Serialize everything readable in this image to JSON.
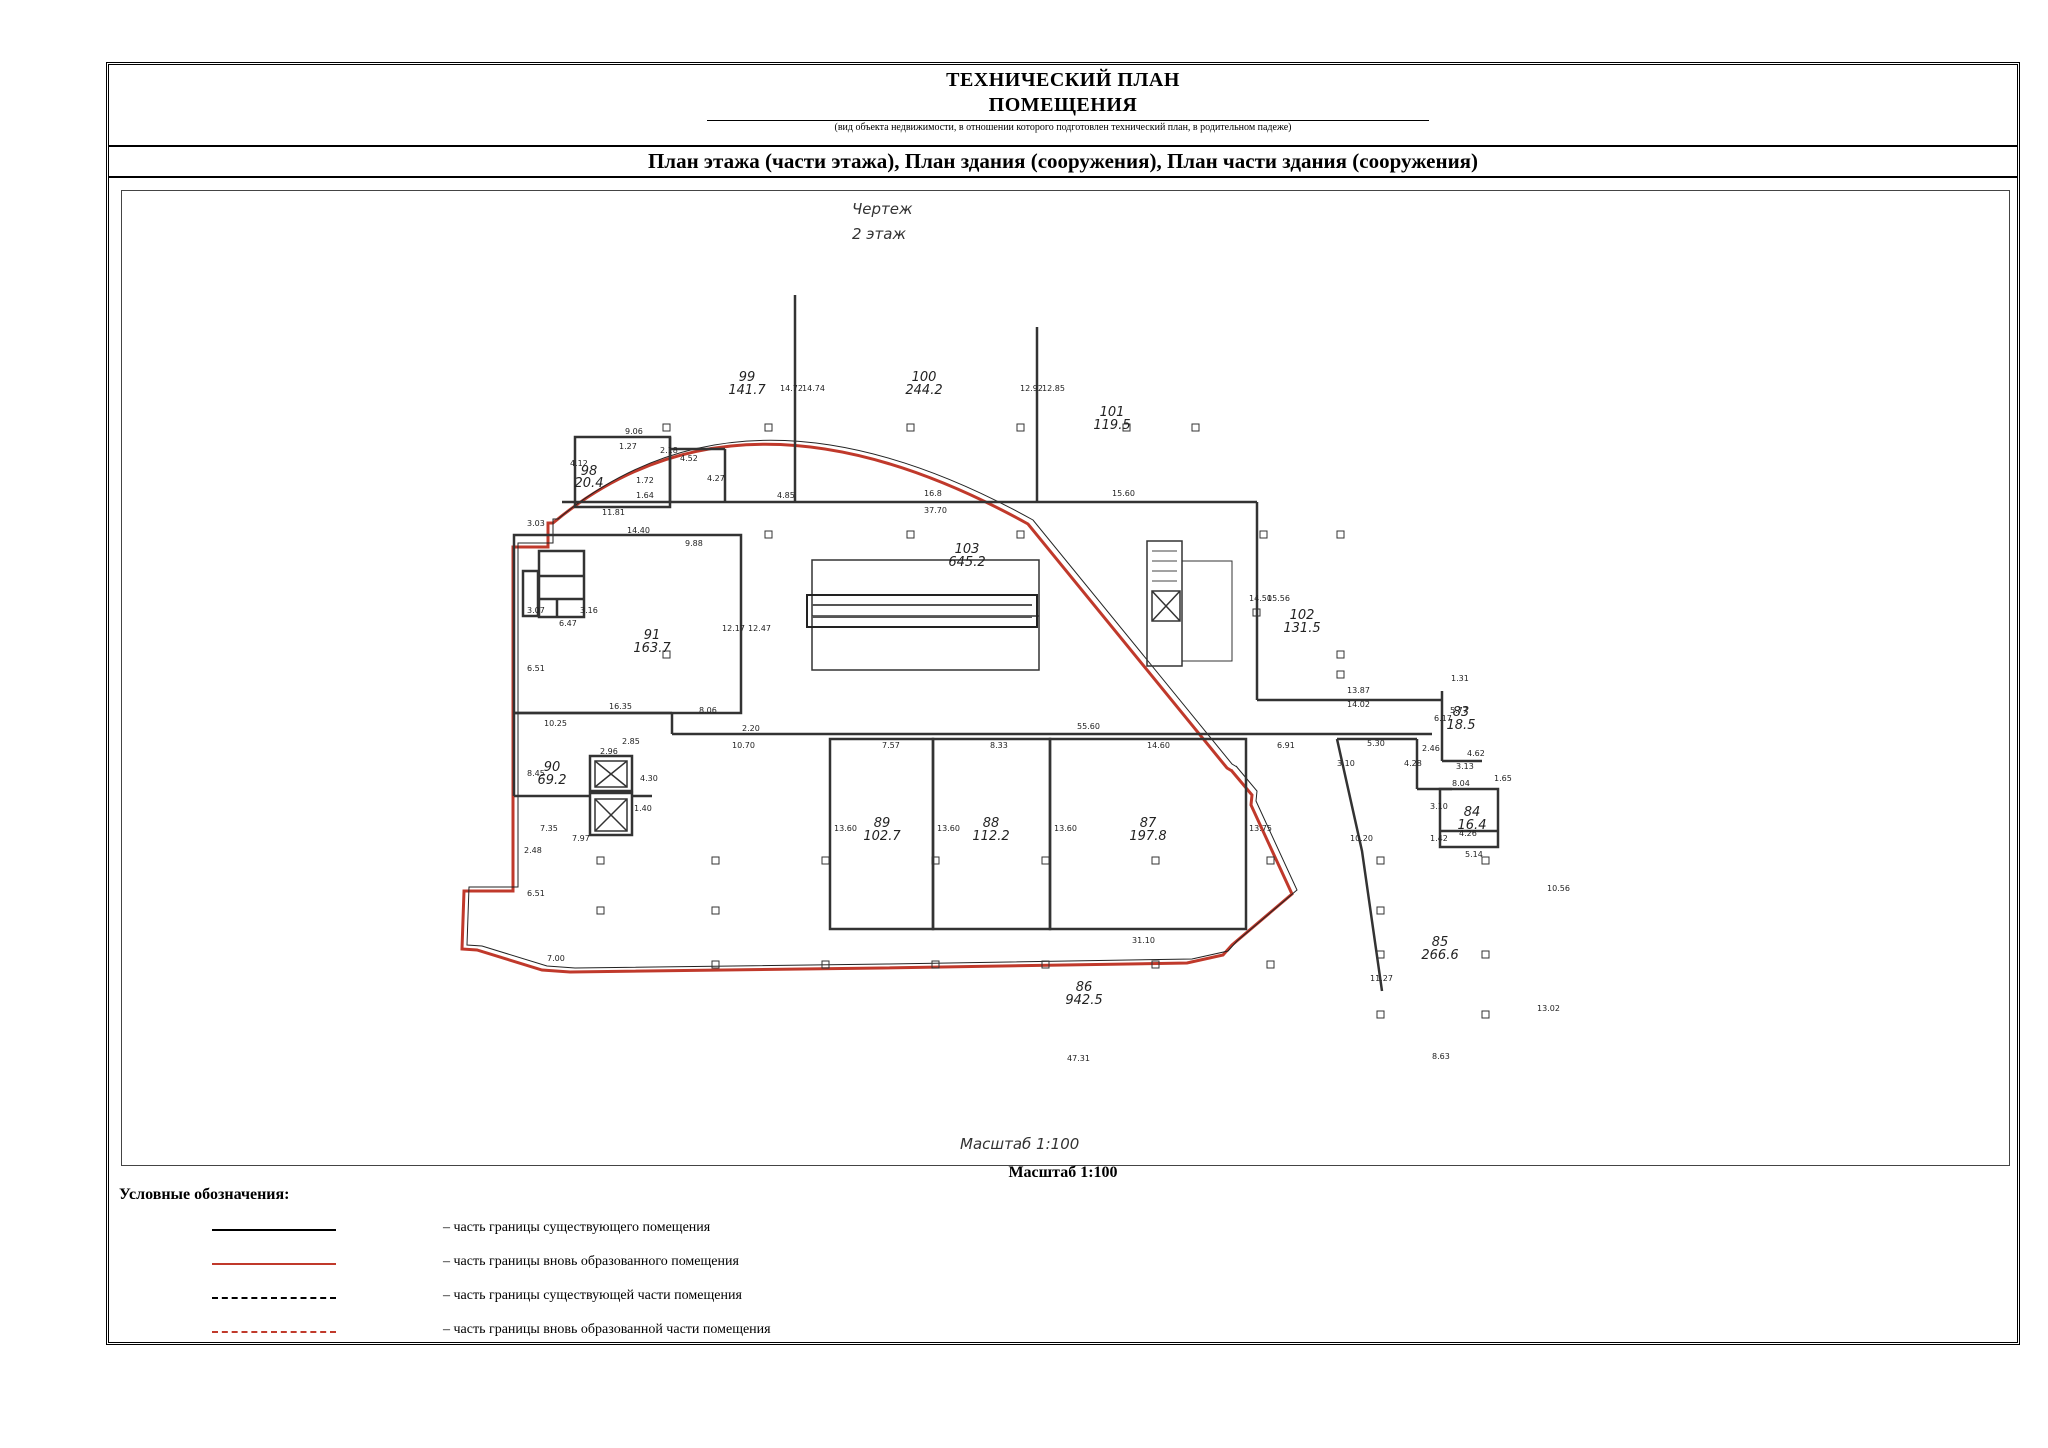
{
  "header": {
    "title_line1": "ТЕХНИЧЕСКИЙ ПЛАН",
    "title_line2": "ПОМЕЩЕНИЯ",
    "subtitle": "(вид объекта недвижимости, в отношении которого подготовлен технический план, в родительном падеже)"
  },
  "section_title": "План этажа (части этажа), План здания (сооружения), План части здания (сооружения)",
  "drawing": {
    "label_line1": "Чертеж",
    "label_line2": "2 этаж",
    "scale_label": "Масштаб 1:100",
    "rooms": [
      {
        "number": "99",
        "area": "141.7"
      },
      {
        "number": "100",
        "area": "244.2"
      },
      {
        "number": "101",
        "area": "119.5"
      },
      {
        "number": "103",
        "area": "645.2"
      },
      {
        "number": "102",
        "area": "131.5"
      },
      {
        "number": "91",
        "area": "163.7"
      },
      {
        "number": "90",
        "area": "69.2"
      },
      {
        "number": "89",
        "area": "102.7"
      },
      {
        "number": "88",
        "area": "112.2"
      },
      {
        "number": "87",
        "area": "197.8"
      },
      {
        "number": "86",
        "area": "942.5"
      },
      {
        "number": "85",
        "area": "266.6"
      },
      {
        "number": "83",
        "area": "18.5"
      },
      {
        "number": "84",
        "area": "16.4"
      },
      {
        "number": "98",
        "area": "20.4"
      }
    ],
    "dimensions": {
      "d9_06": "9.06",
      "d4_12": "4.12",
      "d4_52": "4.52",
      "d1_27": "1.27",
      "d2_18": "2.18",
      "d1_72": "1.72",
      "d1_64": "1.64",
      "d11_81": "11.81",
      "d4_27": "4.27",
      "d4_85": "4.85",
      "d16_8": "16.8",
      "d37_70": "37.70",
      "d15_60": "15.60",
      "d14_72": "14.72",
      "d14_74": "14.74",
      "d12_92": "12.92",
      "d12_85": "12.85",
      "d3_03": "3.03",
      "d14_40": "14.40",
      "d9_88": "9.88",
      "d12_17": "12.17",
      "d12_47": "12.47",
      "d6_47": "6.47",
      "d3_07": "3.07",
      "d3_16": "3.16",
      "d6_51a": "6.51",
      "d16_35": "16.35",
      "d8_06": "8.06",
      "d10_25": "10.25",
      "d2_20": "2.20",
      "d55_60": "55.60",
      "d10_70": "10.70",
      "d7_57": "7.57",
      "d8_33": "8.33",
      "d14_60": "14.60",
      "d6_91": "6.91",
      "d5_30": "5.30",
      "d2_46": "2.46",
      "d14_50": "14.50",
      "d15_56": "15.56",
      "d13_87": "13.87",
      "d14_02": "14.02",
      "d6_17": "6.17",
      "d5_77": "5.77",
      "d1_31": "1.31",
      "d4_62": "4.62",
      "d1_65": "1.65",
      "d3_13": "3.13",
      "d8_04": "8.04",
      "d3_10a": "3.10",
      "d3_10b": "3.10",
      "d4_28": "4.28",
      "d1_42": "1.42",
      "d4_26": "4.26",
      "d5_14": "5.14",
      "d8_45": "8.45",
      "d2_96": "2.96",
      "d2_85": "2.85",
      "d4_30": "4.30",
      "d1_40": "1.40",
      "d7_35": "7.35",
      "d7_97": "7.97",
      "d2_48": "2.48",
      "d6_51b": "6.51",
      "d7_00": "7.00",
      "d13_60a": "13.60",
      "d13_60b": "13.60",
      "d13_60c": "13.60",
      "d13_75": "13.75",
      "d10_20": "10.20",
      "d31_10": "31.10",
      "d11_27": "11.27",
      "d47_31": "47.31",
      "d8_63": "8.63",
      "d13_02": "13.02",
      "d10_56": "10.56"
    }
  },
  "scale_caption": "Масштаб 1:100",
  "legend": {
    "title": "Условные обозначения:",
    "items": [
      {
        "text": "– часть границы существующего помещения"
      },
      {
        "text": "– часть границы вновь образованного помещения"
      },
      {
        "text": "– часть границы существующей части помещения"
      },
      {
        "text": "– часть границы вновь образованной части помещения"
      }
    ]
  }
}
